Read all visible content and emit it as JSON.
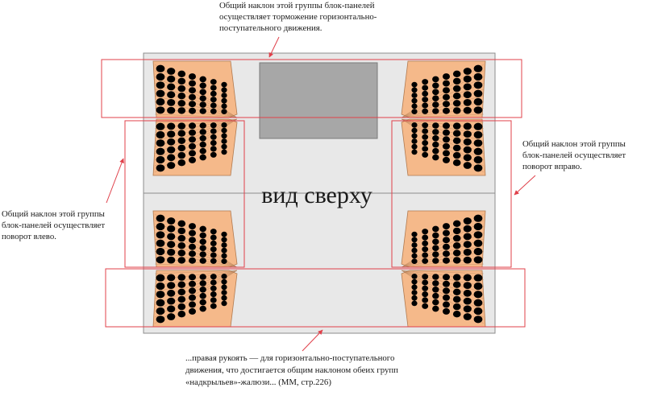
{
  "view_label": "вид сверху",
  "notes": {
    "top": [
      "Общий наклон этой группы блок-панелей",
      "осуществляет торможение горизонтально-",
      "поступательного движения."
    ],
    "right": [
      "Общий наклон этой группы",
      "блок-панелей осуществляет",
      "поворот вправо."
    ],
    "left": [
      "Общий наклон этой группы",
      "блок-панелей осуществляет",
      "поворот влево."
    ],
    "bottom": [
      "...правая рукоять — для горизонтально-поступательного",
      "движения, что достигается общим наклоном обеих групп",
      "«надкрыльев»-жалюзи... (ММ, стр.226)"
    ]
  },
  "colors": {
    "frame": "#e8e8e8",
    "frame_stroke": "#8c8c8c",
    "window": "#a7a7a7",
    "panel_fill": "#f5b98a",
    "panel_stroke": "#b07a50",
    "hole": "#000000",
    "highlight": "#e0404a"
  }
}
